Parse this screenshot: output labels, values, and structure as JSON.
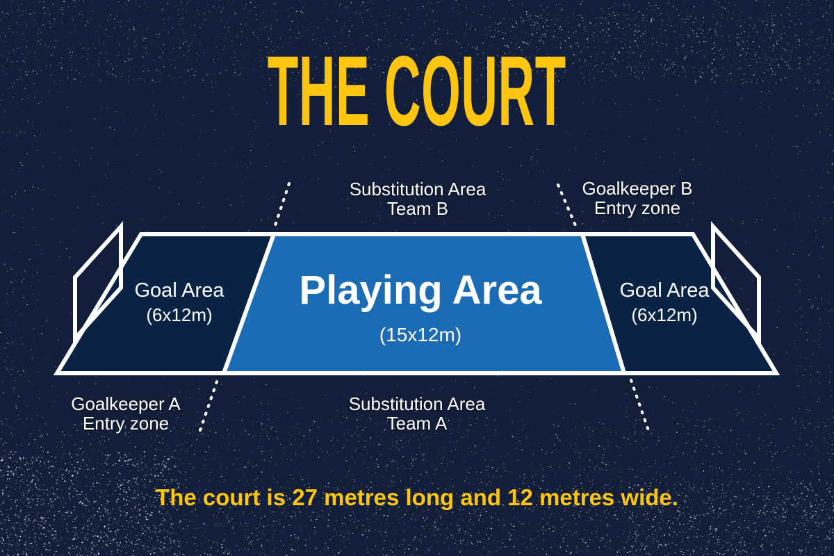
{
  "title": "THE COURT",
  "footer": {
    "text": "The court is 27 metres long and 12 metres wide."
  },
  "colors": {
    "background": "#131f3a",
    "court_navy": "#0a2345",
    "playing_blue": "#1b6cb5",
    "line_white": "#ffffff",
    "accent_yellow": "#fcc511"
  },
  "court": {
    "playing_area": {
      "label": "Playing Area",
      "dimensions": "(15x12m)"
    },
    "goal_area_left": {
      "label": "Goal Area",
      "dimensions": "(6x12m)"
    },
    "goal_area_right": {
      "label": "Goal Area",
      "dimensions": "(6x12m)"
    }
  },
  "annotations": {
    "substitution_team_b": {
      "line1": "Substitution Area",
      "line2": "Team B"
    },
    "goalkeeper_b": {
      "line1": "Goalkeeper B",
      "line2": "Entry zone"
    },
    "goalkeeper_a": {
      "line1": "Goalkeeper A",
      "line2": "Entry zone"
    },
    "substitution_team_a": {
      "line1": "Substitution Area",
      "line2": "Team A"
    }
  }
}
